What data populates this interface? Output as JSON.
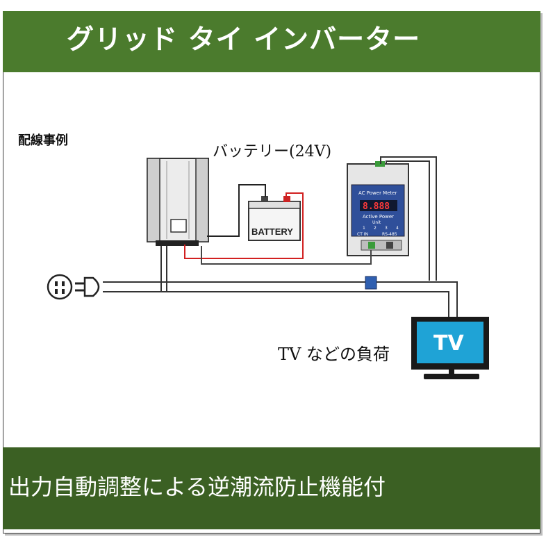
{
  "header": {
    "title": "グリッド タイ インバーター"
  },
  "diagram": {
    "section_label": "配線事例",
    "battery_label": "バッテリー(24V)",
    "battery_text": "BATTERY",
    "load_label": "TV などの負荷",
    "tv_text": "TV",
    "meter": {
      "title": "AC Power Meter",
      "display": "8.888",
      "subtitle": "Active Power",
      "unit_label": "Unit",
      "ticks": [
        "1",
        "2",
        "3",
        "4"
      ],
      "port_left": "CT IN",
      "port_right": "RS-485"
    }
  },
  "footer": {
    "caption": "出力自動調整による逆潮流防止機能付"
  },
  "colors": {
    "header_green": "#4b7b2d",
    "footer_green": "#3b6023",
    "wire_red": "#d22020",
    "meter_blue": "#2f4f9a",
    "tv_screen": "#1fa3d6"
  }
}
